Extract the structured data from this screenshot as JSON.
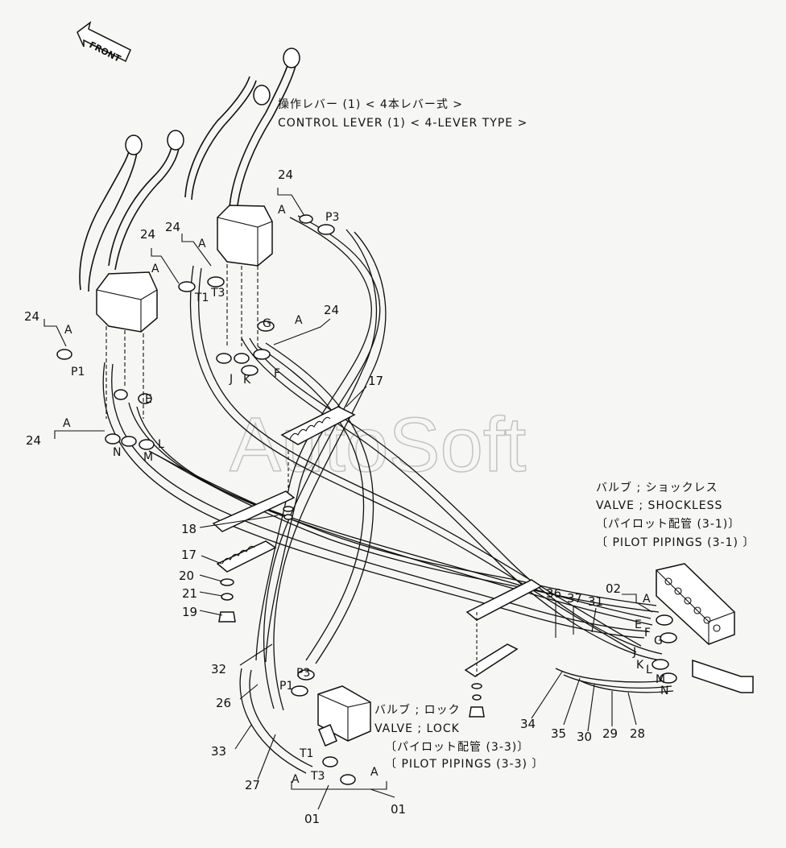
{
  "front_arrow": "FRONT",
  "watermark": "AutoSoft",
  "captions": {
    "control_lever_jp": "操作レバー (1) < 4本レバー式 >",
    "control_lever_en": "CONTROL LEVER (1) < 4-LEVER TYPE >",
    "shockless_jp": "バルブ ; ショックレス",
    "shockless_en": "VALVE ; SHOCKLESS",
    "shockless_ref_jp": "〔パイロット配管 (3-1)〕",
    "shockless_ref_en": "〔 PILOT PIPINGS (3-1) 〕",
    "lock_jp": "バルブ ; ロック",
    "lock_en": "VALVE ; LOCK",
    "lock_ref_jp": "〔パイロット配管 (3-3)〕",
    "lock_ref_en": "〔 PILOT PIPINGS (3-3) 〕"
  },
  "part_numbers": {
    "p24a": "24",
    "p24b": "24",
    "p24c": "24",
    "p24d": "24",
    "p24e": "24",
    "p24f": "24",
    "p17a": "17",
    "p17b": "17",
    "p18": "18",
    "p20": "20",
    "p21": "21",
    "p19": "19",
    "p36": "36",
    "p37": "37",
    "p31": "31",
    "p02": "02",
    "p32": "32",
    "p26": "26",
    "p33": "33",
    "p27": "27",
    "p34": "34",
    "p35": "35",
    "p30": "30",
    "p29": "29",
    "p28": "28",
    "p01a": "01",
    "p01b": "01"
  },
  "port_letters": {
    "A1": "A",
    "A2": "A",
    "A3": "A",
    "A4": "A",
    "A5": "A",
    "A6": "A",
    "A7": "A",
    "A8": "A",
    "A9": "A",
    "P3": "P3",
    "P1": "P1",
    "T1": "T1",
    "T3": "T3",
    "G": "G",
    "F": "F",
    "J": "J",
    "K": "K",
    "E": "E",
    "L": "L",
    "M": "M",
    "N": "N",
    "vE": "E",
    "vF": "F",
    "vG": "G",
    "vJ": "J",
    "vK": "K",
    "vL": "L",
    "vM": "M",
    "vN": "N",
    "lP3": "P3",
    "lP1": "P1",
    "lT1": "T1",
    "lT3": "T3",
    "lA1": "A",
    "lA2": "A"
  }
}
